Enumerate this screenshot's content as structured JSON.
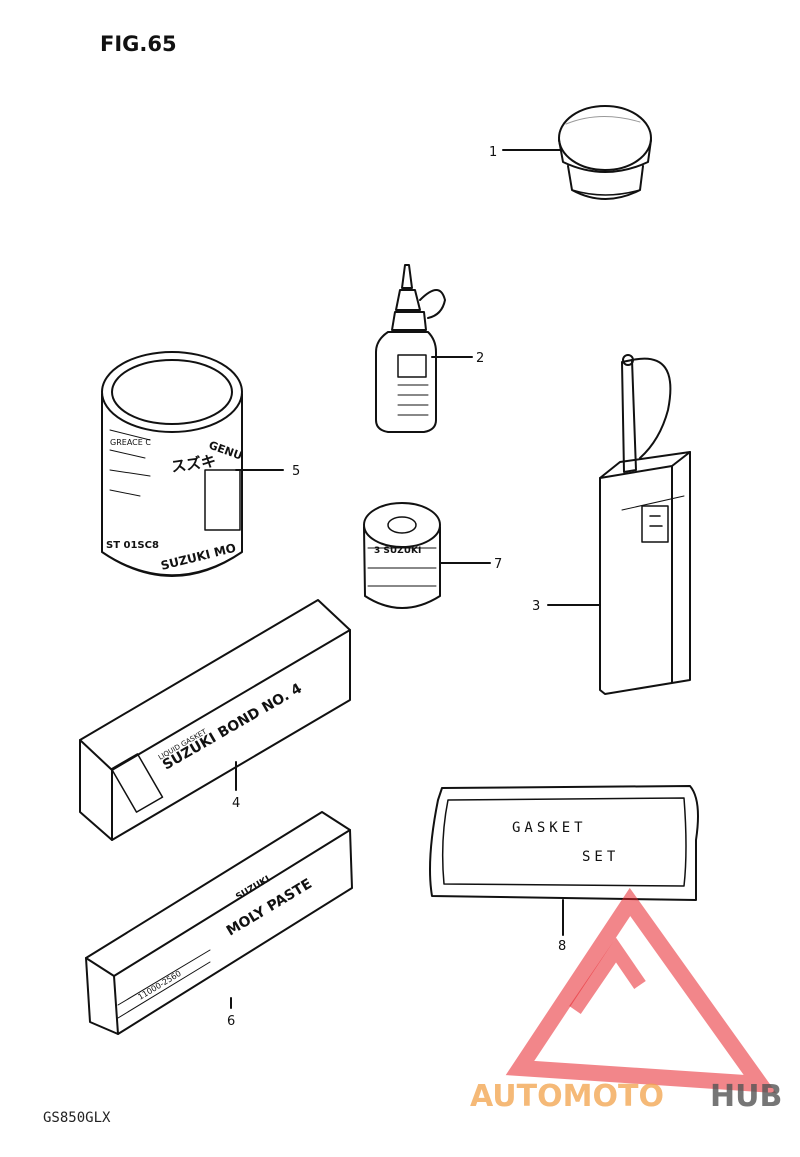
{
  "figure": {
    "title": "FIG.65",
    "model": "GS850GLX"
  },
  "parts": [
    {
      "id": "1",
      "label": "1",
      "name": "cap"
    },
    {
      "id": "2",
      "label": "2",
      "name": "oil-bottle"
    },
    {
      "id": "3",
      "label": "3",
      "name": "oil-can"
    },
    {
      "id": "4",
      "label": "4",
      "name": "bond-box"
    },
    {
      "id": "5",
      "label": "5",
      "name": "grease-can"
    },
    {
      "id": "6",
      "label": "6",
      "name": "paste-box"
    },
    {
      "id": "7",
      "label": "7",
      "name": "small-tin"
    },
    {
      "id": "8",
      "label": "8",
      "name": "gasket-set"
    }
  ],
  "labels": {
    "grease_can": {
      "top": "GENU",
      "kana": "スズキ",
      "side_lines": [
        "GREACE C",
        "ST 01SC8",
        "SUZUKI MO"
      ]
    },
    "small_tin": "3 SUZUKI",
    "bond_box": {
      "small": "LIQUID GASKET",
      "big": "SUZUKI BOND NO. 4"
    },
    "paste_box": {
      "top": "SUZUKI",
      "big": "MOLY PASTE",
      "code": "11000-2560"
    },
    "gasket_line1": "GASKET",
    "gasket_line2": "SET"
  },
  "watermark": {
    "part1": "AUTOMOTO",
    "part2": "HUB",
    "color1": "#f2a24a",
    "color2": "#555555",
    "triangle_color": "#e8232a"
  }
}
